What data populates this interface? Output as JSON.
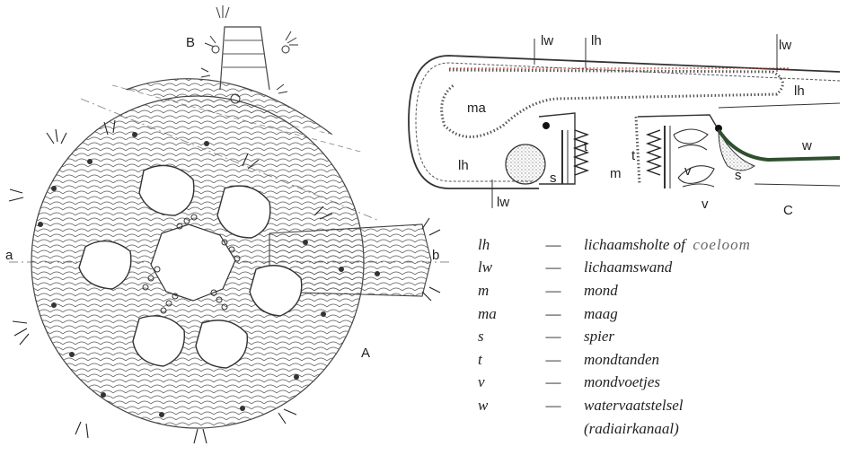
{
  "figure_labels": {
    "A": "A",
    "B": "B",
    "C": "C",
    "a": "a",
    "b": "b"
  },
  "c_labels": {
    "lw": "lw",
    "lh": "lh",
    "ma": "ma",
    "s": "s",
    "t": "t",
    "m": "m",
    "v": "v",
    "w": "w"
  },
  "legend": [
    {
      "abbr": "lh",
      "dash": "—",
      "desc": "lichaamsholte of",
      "extra": "coeloom"
    },
    {
      "abbr": "lw",
      "dash": "—",
      "desc": "lichaamswand"
    },
    {
      "abbr": "m",
      "dash": "—",
      "desc": "mond"
    },
    {
      "abbr": "ma",
      "dash": "—",
      "desc": "maag"
    },
    {
      "abbr": "s",
      "dash": "—",
      "desc": "spier"
    },
    {
      "abbr": "t",
      "dash": "—",
      "desc": "mondtanden"
    },
    {
      "abbr": "v",
      "dash": "—",
      "desc": "mondvoetjes"
    },
    {
      "abbr": "w",
      "dash": "—",
      "desc": "watervaatstelsel"
    }
  ],
  "legend_continuation": "(radiairkanaal)",
  "colors": {
    "ink": "#333333",
    "water_vessel": "#2f4f2f",
    "red_line": "#c0392b"
  }
}
